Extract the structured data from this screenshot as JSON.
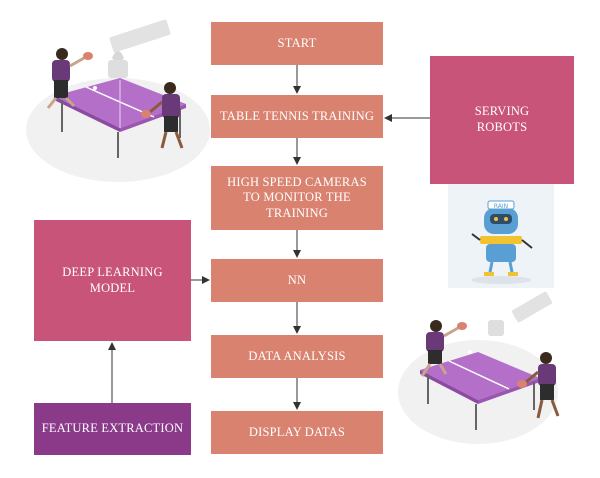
{
  "flow": {
    "start": "START",
    "training": "TABLE TENNIS TRAINING",
    "cameras_line1": "HIGH SPEED CAMERAS",
    "cameras_line2": "TO MONITOR THE",
    "cameras_line3": "TRAINING",
    "nn": "NN",
    "analysis": "DATA ANALYSIS",
    "display": "DISPLAY DATAS"
  },
  "side": {
    "robots_line1": "SERVING",
    "robots_line2": "ROBOTS",
    "dl_line1": "DEEP LEARNING",
    "dl_line2": "MODEL",
    "features": "FEATURE EXTRACTION"
  },
  "robot_badge": "RAIN",
  "colors": {
    "salmon": "#d9826f",
    "rose": "#c95479",
    "plum": "#8b3a8a",
    "table": "#b46fc9",
    "player_shirt": "#6a3a78"
  },
  "illustrations": [
    "table-tennis-players-illustration",
    "robot-illustration"
  ]
}
